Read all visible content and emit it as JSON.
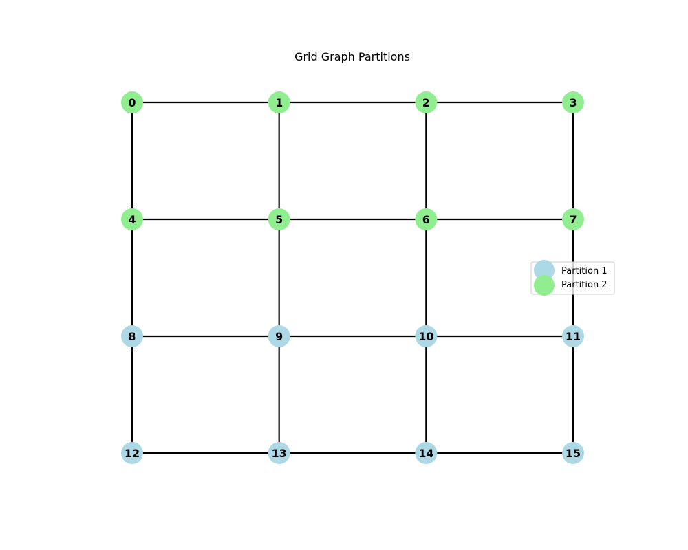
{
  "title": "Grid Graph Partitions",
  "colors": {
    "partition_1": "#add8e6",
    "partition_2": "#90ee90",
    "edge": "#000000"
  },
  "legend": {
    "placement": "right",
    "items": [
      {
        "label": "Partition 1",
        "partition": 1
      },
      {
        "label": "Partition 2",
        "partition": 2
      }
    ]
  },
  "graph": {
    "rows": 4,
    "cols": 4,
    "nodes": [
      {
        "id": "0",
        "partition": 2
      },
      {
        "id": "1",
        "partition": 2
      },
      {
        "id": "2",
        "partition": 2
      },
      {
        "id": "3",
        "partition": 2
      },
      {
        "id": "4",
        "partition": 2
      },
      {
        "id": "5",
        "partition": 2
      },
      {
        "id": "6",
        "partition": 2
      },
      {
        "id": "7",
        "partition": 2
      },
      {
        "id": "8",
        "partition": 1
      },
      {
        "id": "9",
        "partition": 1
      },
      {
        "id": "10",
        "partition": 1
      },
      {
        "id": "11",
        "partition": 1
      },
      {
        "id": "12",
        "partition": 1
      },
      {
        "id": "13",
        "partition": 1
      },
      {
        "id": "14",
        "partition": 1
      },
      {
        "id": "15",
        "partition": 1
      }
    ],
    "edges": [
      [
        "0",
        "1"
      ],
      [
        "1",
        "2"
      ],
      [
        "2",
        "3"
      ],
      [
        "4",
        "5"
      ],
      [
        "5",
        "6"
      ],
      [
        "6",
        "7"
      ],
      [
        "8",
        "9"
      ],
      [
        "9",
        "10"
      ],
      [
        "10",
        "11"
      ],
      [
        "12",
        "13"
      ],
      [
        "13",
        "14"
      ],
      [
        "14",
        "15"
      ],
      [
        "0",
        "4"
      ],
      [
        "4",
        "8"
      ],
      [
        "8",
        "12"
      ],
      [
        "1",
        "5"
      ],
      [
        "5",
        "9"
      ],
      [
        "9",
        "13"
      ],
      [
        "2",
        "6"
      ],
      [
        "6",
        "10"
      ],
      [
        "10",
        "14"
      ],
      [
        "3",
        "7"
      ],
      [
        "7",
        "11"
      ],
      [
        "11",
        "15"
      ]
    ]
  }
}
